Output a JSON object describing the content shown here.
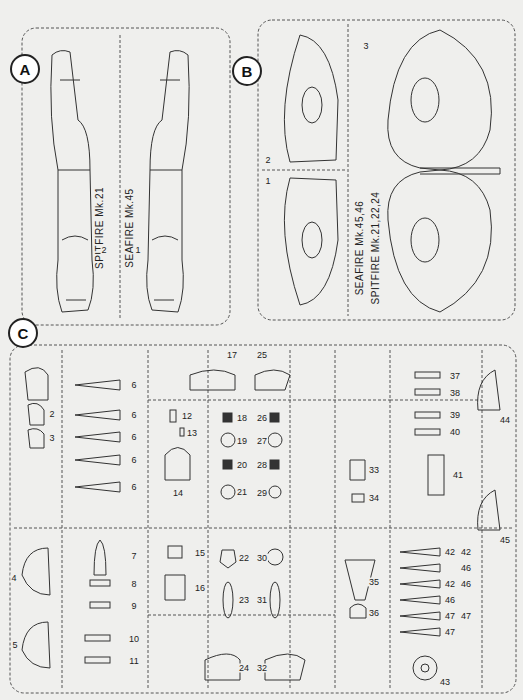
{
  "diagram": {
    "nodes": [
      {
        "text": [
          "A"
        ]
      },
      {
        "text": [
          "B"
        ]
      },
      {
        "text": [
          "C"
        ]
      }
    ],
    "labels": [
      "SPITFIRE Mk.21",
      "SEAFIRE Mk.45",
      "2",
      "1",
      "3",
      "2",
      "1",
      "SEAFIRE Mk.45,46",
      "SPITFIRE Mk.21,22,24",
      "2",
      "3",
      "4",
      "5",
      "6",
      "6",
      "6",
      "6",
      "6",
      "7",
      "8",
      "9",
      "10",
      "11",
      "12",
      "13",
      "14",
      "15",
      "16",
      "17",
      "18",
      "19",
      "20",
      "21",
      "22",
      "23",
      "24",
      "25",
      "26",
      "27",
      "28",
      "29",
      "30",
      "31",
      "32",
      "33",
      "34",
      "35",
      "36",
      "37",
      "38",
      "39",
      "40",
      "41",
      "42",
      "42",
      "46",
      "42",
      "46",
      "46",
      "47",
      "47",
      "47",
      "43",
      "44",
      "45"
    ]
  }
}
